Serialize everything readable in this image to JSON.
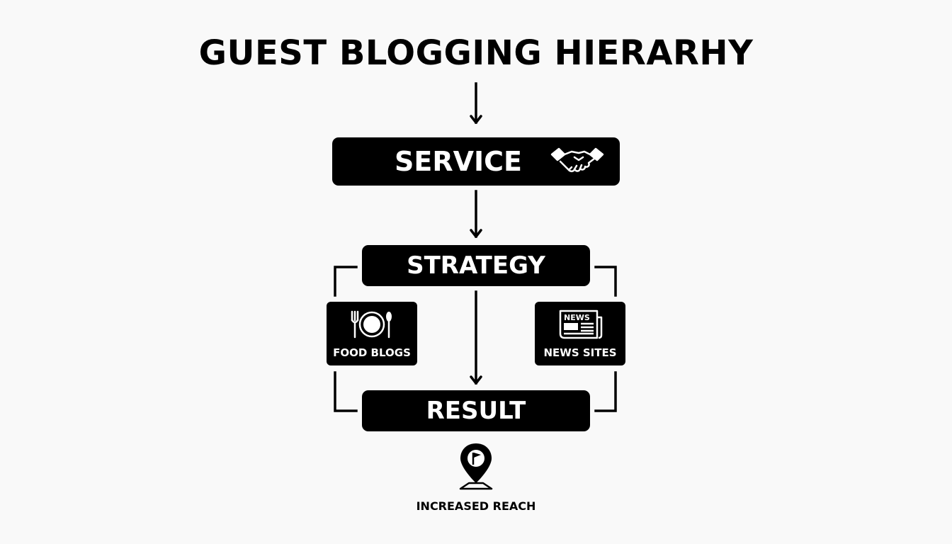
{
  "diagram": {
    "title": "GUEST BLOGGING HIERARHY",
    "nodes": {
      "service": "SERVICE",
      "strategy": "STRATEGY",
      "result": "RESULT"
    },
    "side_nodes": {
      "food_blogs": "FOOD BLOGS",
      "news_sites": "NEWS SITES",
      "news_icon_text": "NEWS"
    },
    "outcome": {
      "label": "INCREASED REACH"
    },
    "icons": {
      "service": "handshake-icon",
      "food_blogs": "plate-fork-spoon-icon",
      "news_sites": "newspaper-icon",
      "outcome": "location-flag-pin-icon"
    },
    "colors": {
      "background": "#f9f9f9",
      "box": "#000000",
      "box_text": "#ffffff"
    }
  }
}
